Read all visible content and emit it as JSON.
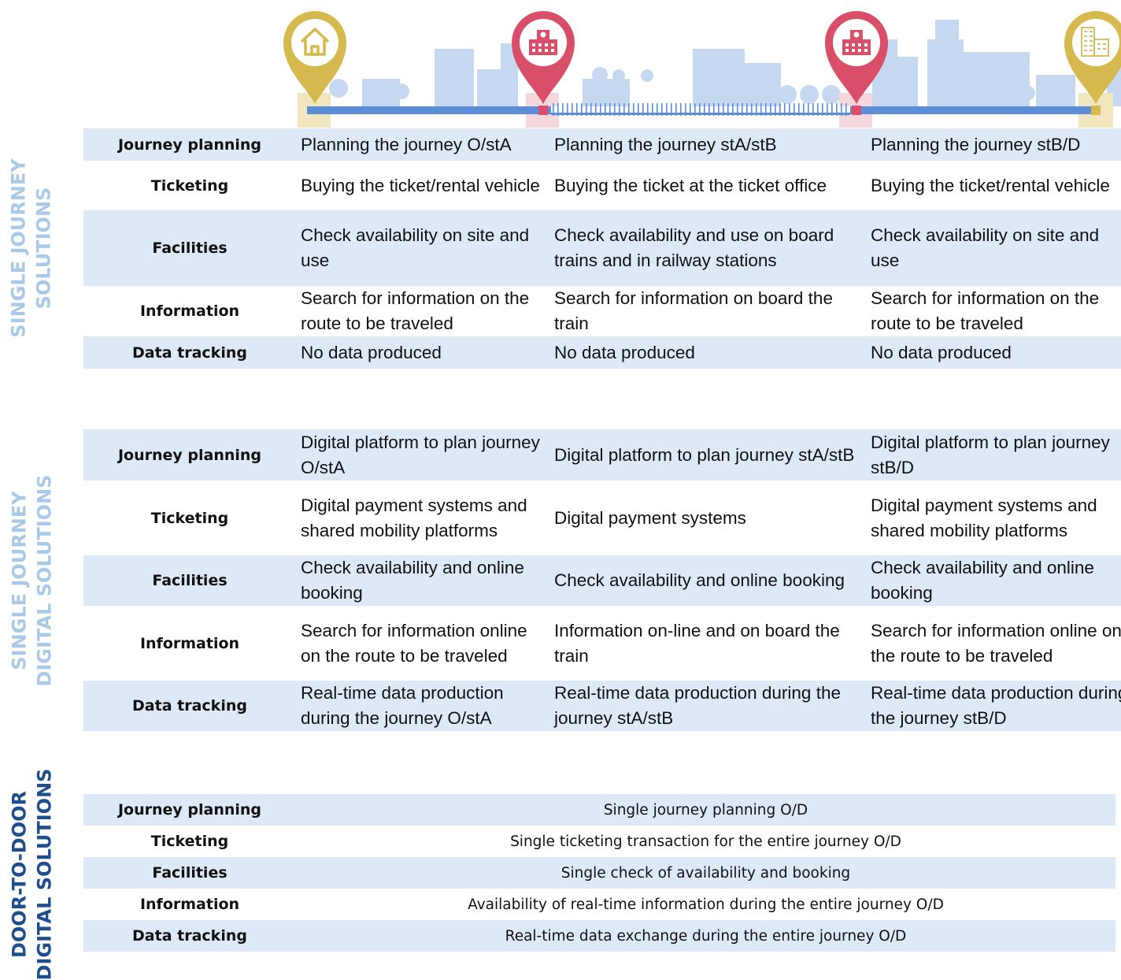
{
  "colors": {
    "band_light": "#dde9f6",
    "label_light": "#a9c9e6",
    "label_dark": "#1f4e8c",
    "pin_origin_destination": "#d6b94e",
    "pin_station": "#d94f6a",
    "track": "#5b8ed6",
    "city_skyline": "#c5d8ef"
  },
  "illustration": {
    "pins": [
      {
        "role": "origin",
        "icon": "house-icon"
      },
      {
        "role": "station-a",
        "icon": "station-icon"
      },
      {
        "role": "station-b",
        "icon": "station-icon"
      },
      {
        "role": "destination",
        "icon": "office-building-icon"
      }
    ]
  },
  "sections": [
    {
      "id": "single-journey-solutions",
      "label_lines": [
        "SINGLE JOURNEY",
        "SOLUTIONS"
      ],
      "rows": [
        {
          "header": "Journey planning",
          "cells": [
            "Planning the journey O/stA",
            "Planning the journey stA/stB",
            "Planning the journey stB/D"
          ]
        },
        {
          "header": "Ticketing",
          "cells": [
            "Buying the ticket/rental vehicle",
            "Buying the ticket at the ticket office",
            "Buying the ticket/rental vehicle"
          ]
        },
        {
          "header": "Facilities",
          "cells": [
            "Check availability on site and use",
            "Check availability and use on board trains and in railway stations",
            "Check availability on site and use"
          ]
        },
        {
          "header": "Information",
          "cells": [
            "Search for information on the route to be traveled",
            "Search for information on board the train",
            "Search for information on the route to be traveled"
          ]
        },
        {
          "header": "Data tracking",
          "cells": [
            "No data produced",
            "No data produced",
            "No data produced"
          ]
        }
      ]
    },
    {
      "id": "single-journey-digital-solutions",
      "label_lines": [
        "SINGLE JOURNEY",
        "DIGITAL SOLUTIONS"
      ],
      "rows": [
        {
          "header": "Journey planning",
          "cells": [
            "Digital platform to plan journey O/stA",
            "Digital platform to plan journey stA/stB",
            "Digital platform to plan journey stB/D"
          ]
        },
        {
          "header": "Ticketing",
          "cells": [
            "Digital payment systems and shared mobility platforms",
            "Digital payment systems",
            "Digital payment systems and shared mobility platforms"
          ]
        },
        {
          "header": "Facilities",
          "cells": [
            "Check availability and online booking",
            "Check availability and online booking",
            "Check availability and online booking"
          ]
        },
        {
          "header": "Information",
          "cells": [
            "Search for information online on the route to be traveled",
            "Information on-line and on board the train",
            "Search for information online on the route to be traveled"
          ]
        },
        {
          "header": "Data tracking",
          "cells": [
            "Real-time data production during the journey O/stA",
            "Real-time data production during the journey stA/stB",
            "Real-time data production during the journey stB/D"
          ]
        }
      ]
    },
    {
      "id": "door-to-door-digital-solutions",
      "label_lines": [
        "DOOR-TO-DOOR",
        "DIGITAL SOLUTIONS"
      ],
      "rows": [
        {
          "header": "Journey planning",
          "merged": "Single journey planning O/D"
        },
        {
          "header": "Ticketing",
          "merged": "Single ticketing transaction for the entire journey O/D"
        },
        {
          "header": "Facilities",
          "merged": "Single check of availability and booking"
        },
        {
          "header": "Information",
          "merged": "Availability of real-time information during the entire journey O/D"
        },
        {
          "header": "Data tracking",
          "merged": "Real-time data exchange during the entire journey O/D"
        }
      ]
    }
  ]
}
